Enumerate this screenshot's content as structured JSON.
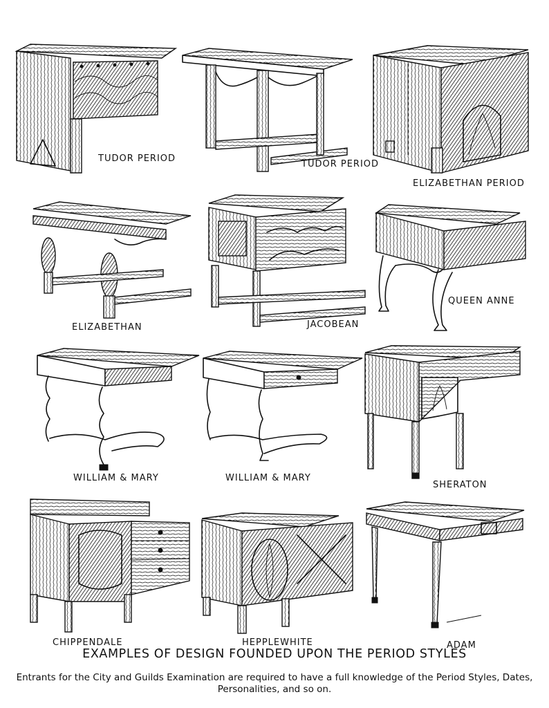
{
  "captions": [
    "TUDOR PERIOD",
    "TUDOR PERIOD",
    "ELIZABETHAN PERIOD",
    "ELIZABETHAN",
    "JACOBEAN",
    "QUEEN ANNE",
    "WILLIAM & MARY",
    "WILLIAM & MARY",
    "SHERATON",
    "CHIPPENDALE",
    "HEPPLEWHITE",
    "ADAM"
  ],
  "title": "EXAMPLES OF DESIGN FOUNDED UPON THE PERIOD STYLES",
  "subtitle": "Entrants for the City and Guilds Examination are required to have a full knowledge of the Period Styles, Dates, Personalities, and so on.",
  "colors": {
    "ink": "#111111",
    "paper": "#ffffff"
  }
}
